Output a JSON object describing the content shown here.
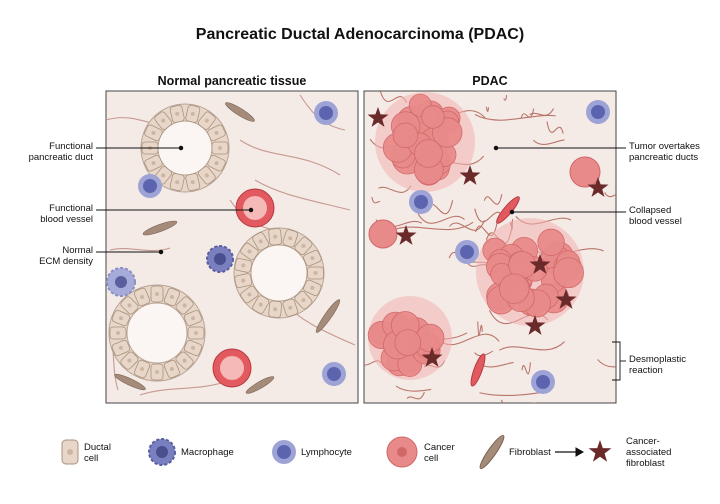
{
  "title": "Pancreatic Ductal Adenocarcinoma (PDAC)",
  "panels": {
    "left_title": "Normal pancreatic tissue",
    "right_title": "PDAC"
  },
  "annotations_left": {
    "duct": [
      "Functional",
      "pancreatic duct"
    ],
    "vessel": [
      "Functional",
      "blood vessel"
    ],
    "ecm": [
      "Normal",
      "ECM density"
    ]
  },
  "annotations_right": {
    "tumor": [
      "Tumor overtakes",
      "pancreatic ducts"
    ],
    "vessel": [
      "Collapsed",
      "blood vessel"
    ],
    "desmo": [
      "Desmoplastic",
      "reaction"
    ]
  },
  "legend": {
    "ductal": [
      "Ductal",
      "cell"
    ],
    "macrophage": "Macrophage",
    "lymphocyte": "Lymphocyte",
    "cancer": [
      "Cancer",
      "cell"
    ],
    "fibroblast": "Fibroblast",
    "caf": [
      "Cancer-",
      "associated",
      "fibroblast"
    ]
  },
  "colors": {
    "tissue_bg": "#f4ebe7",
    "duct_cell": "#e8d6c8",
    "macrophage": "#7a7fbf",
    "lymphocyte": "#6f78c4",
    "cancer": "#e98a8a",
    "fibroblast": "#a58b7a",
    "caf": "#6b2a2a",
    "ecm": "#b4695c"
  }
}
